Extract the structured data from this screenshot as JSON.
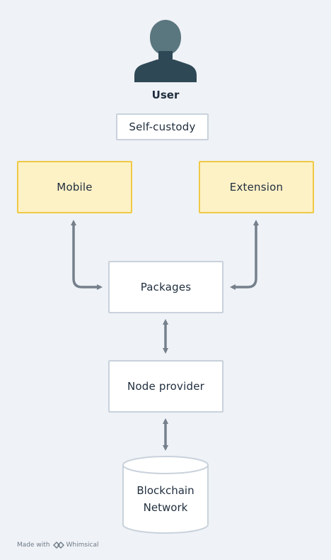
{
  "user": {
    "label": "User",
    "icon": "user-avatar-icon"
  },
  "nodes": {
    "self_custody": "Self-custody",
    "mobile": "Mobile",
    "extension": "Extension",
    "packages": "Packages",
    "node_provider": "Node provider",
    "blockchain": "Blockchain\nNetwork"
  },
  "footer": {
    "made_with": "Made with",
    "brand": "Whimsical",
    "brand_icon": "whimsical-logo-icon"
  },
  "colors": {
    "background": "#eff2f6",
    "accent_yellow": "#fdf1c6",
    "accent_yellow_border": "#f0c946",
    "connector": "#75808c",
    "user_icon": "#2f4856"
  }
}
